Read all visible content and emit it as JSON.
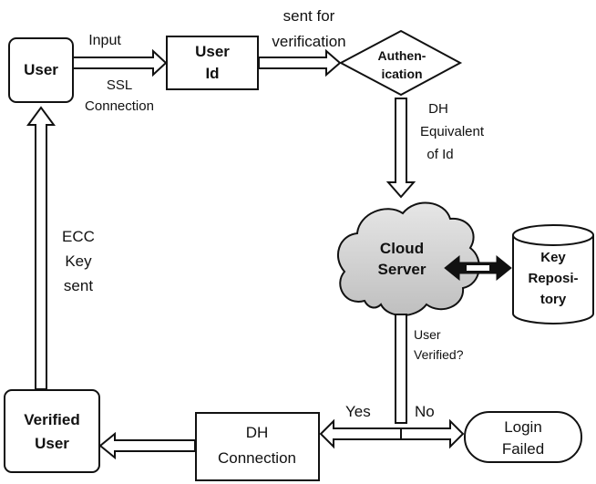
{
  "nodes": {
    "user": "User",
    "user_id": [
      "User",
      "Id"
    ],
    "authentication": [
      "Authen-",
      "ication"
    ],
    "cloud_server": [
      "Cloud",
      "Server"
    ],
    "key_repository": [
      "Key",
      "Reposi-",
      "tory"
    ],
    "dh_connection": [
      "DH",
      "Connection"
    ],
    "login_failed": [
      "Login",
      "Failed"
    ],
    "verified_user": [
      "Verified",
      "User"
    ]
  },
  "edges": {
    "input": "Input",
    "ssl": [
      "SSL",
      "Connection"
    ],
    "sent_for_verification": [
      "sent for",
      "verification"
    ],
    "dh_equivalent": [
      "DH",
      "Equivalent",
      "of Id"
    ],
    "user_verified": [
      "User",
      "Verified?"
    ],
    "yes": "Yes",
    "no": "No",
    "ecc_key": [
      "ECC",
      "Key",
      "sent"
    ]
  },
  "colors": {
    "stroke": "#111111",
    "cloud_fill": "#d9d9d9",
    "background": "#ffffff"
  }
}
